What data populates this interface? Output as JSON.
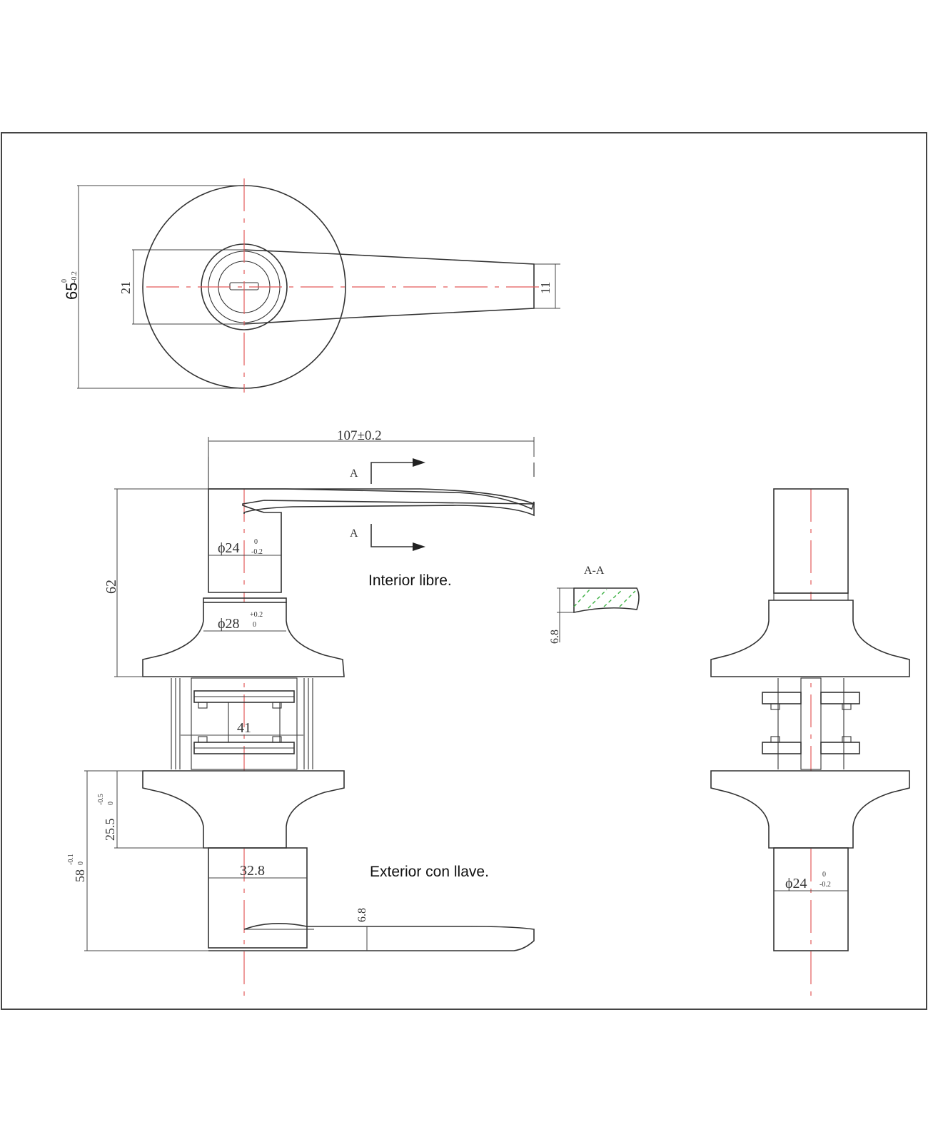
{
  "colors": {
    "outline": "#333333",
    "centerline": "#e35a5a",
    "hatch": "#3cb043"
  },
  "labels": {
    "interior": "Interior libre.",
    "exterior": "Exterior con llave.",
    "section_title": "A-A",
    "section_marker": "A"
  },
  "dimensions": {
    "rose_diameter": "65",
    "rose_diameter_tol_upper": "0",
    "rose_diameter_tol_lower": "-0.2",
    "lever_width_root": "21",
    "lever_width_tip": "11",
    "lever_length": "107±0.2",
    "interior_height": "62",
    "neck_diameter": "ϕ24",
    "neck_diameter_tol_upper": "0",
    "neck_diameter_tol_lower": "-0.2",
    "base_diameter": "ϕ28",
    "base_diameter_tol_upper": "+0.2",
    "base_diameter_tol_lower": "0",
    "door_thickness": "41",
    "rose_height": "25.5",
    "rose_height_tol_upper": "-0.5",
    "rose_height_tol_lower": "0",
    "exterior_height": "58",
    "exterior_height_tol_upper": "-0.1",
    "exterior_height_tol_lower": "0",
    "cylinder_width": "32.8",
    "lever_thickness": "6.8",
    "section_thickness": "6.8",
    "side_neck_diameter": "ϕ24",
    "side_neck_tol_upper": "0",
    "side_neck_tol_lower": "-0.2"
  }
}
